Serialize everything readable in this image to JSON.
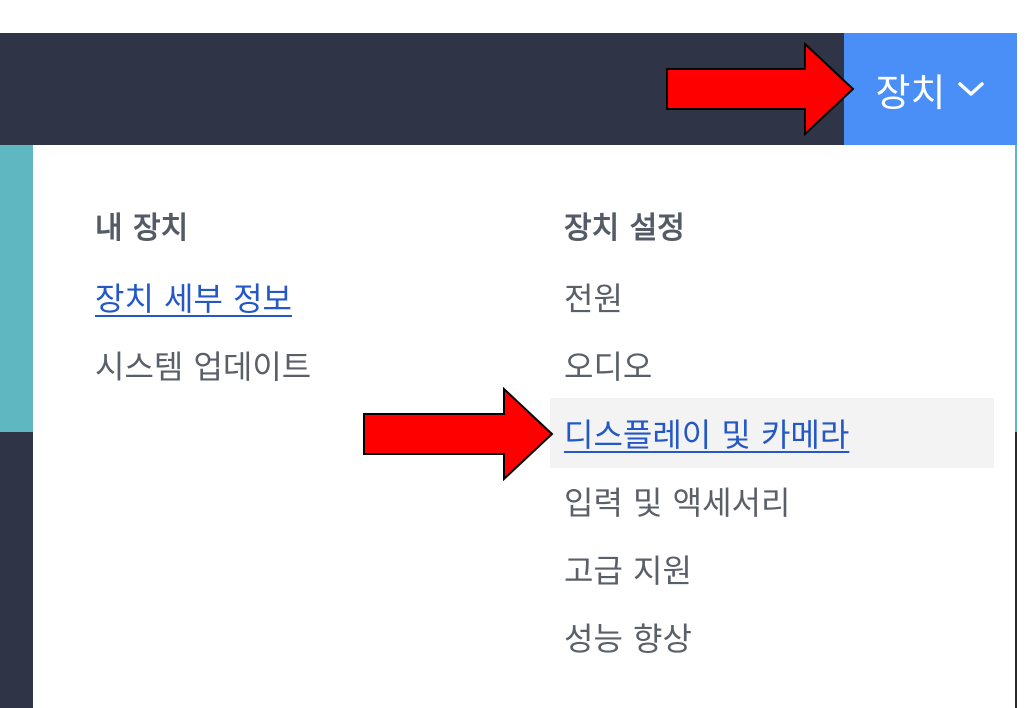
{
  "navbar": {
    "device_menu_label": "장치",
    "accent_color": "#4a8ff7",
    "background_color": "#2f3447"
  },
  "menu": {
    "my_devices": {
      "heading": "내 장치",
      "items": [
        {
          "label": "장치 세부 정보",
          "style": "link"
        },
        {
          "label": "시스템 업데이트",
          "style": "plain"
        }
      ]
    },
    "device_settings": {
      "heading": "장치 설정",
      "items": [
        {
          "label": "전원",
          "style": "plain"
        },
        {
          "label": "오디오",
          "style": "plain"
        },
        {
          "label": "디스플레이 및 카메라",
          "style": "link",
          "highlighted": true
        },
        {
          "label": "입력 및 액세서리",
          "style": "plain"
        },
        {
          "label": "고급 지원",
          "style": "plain"
        },
        {
          "label": "성능 향상",
          "style": "plain"
        }
      ]
    },
    "link_color": "#2458c6"
  },
  "annotations": {
    "arrow_color": "#ff0000"
  }
}
